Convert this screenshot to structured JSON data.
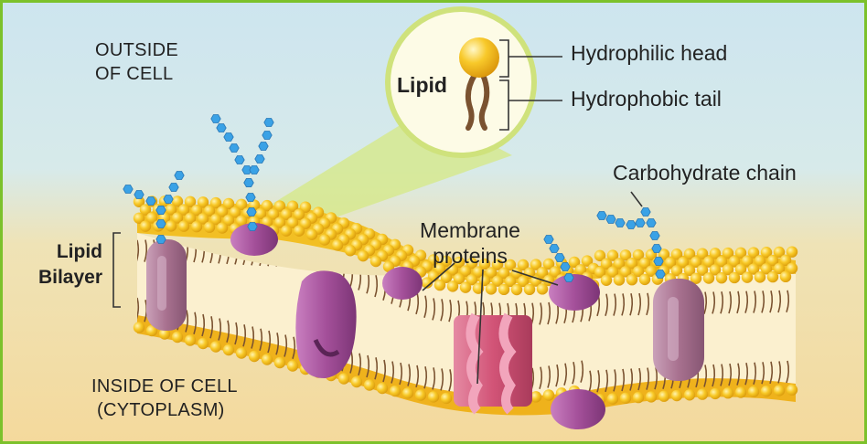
{
  "labels": {
    "outside_line1": "OUTSIDE",
    "outside_line2": "OF CELL",
    "inside_line1": "INSIDE OF CELL",
    "inside_line2": "(CYTOPLASM)",
    "lipid_bilayer_line1": "Lipid",
    "lipid_bilayer_line2": "Bilayer",
    "lipid": "Lipid",
    "hydrophilic_head": "Hydrophilic head",
    "hydrophobic_tail": "Hydrophobic tail",
    "carbohydrate_chain": "Carbohydrate chain",
    "membrane_proteins_line1": "Membrane",
    "membrane_proteins_line2": "proteins"
  },
  "colors": {
    "sky": "#cfe6ef",
    "cytoplasm": "#f3dca2",
    "lipid_head": "#f6c21c",
    "lipid_tail": "#7a5230",
    "carbohydrate": "#3f9fe0",
    "protein_purple": "#a14e95",
    "protein_pink": "#d8577c",
    "zoom_cone": "#d9e98a",
    "border": "#7bbf2a"
  }
}
